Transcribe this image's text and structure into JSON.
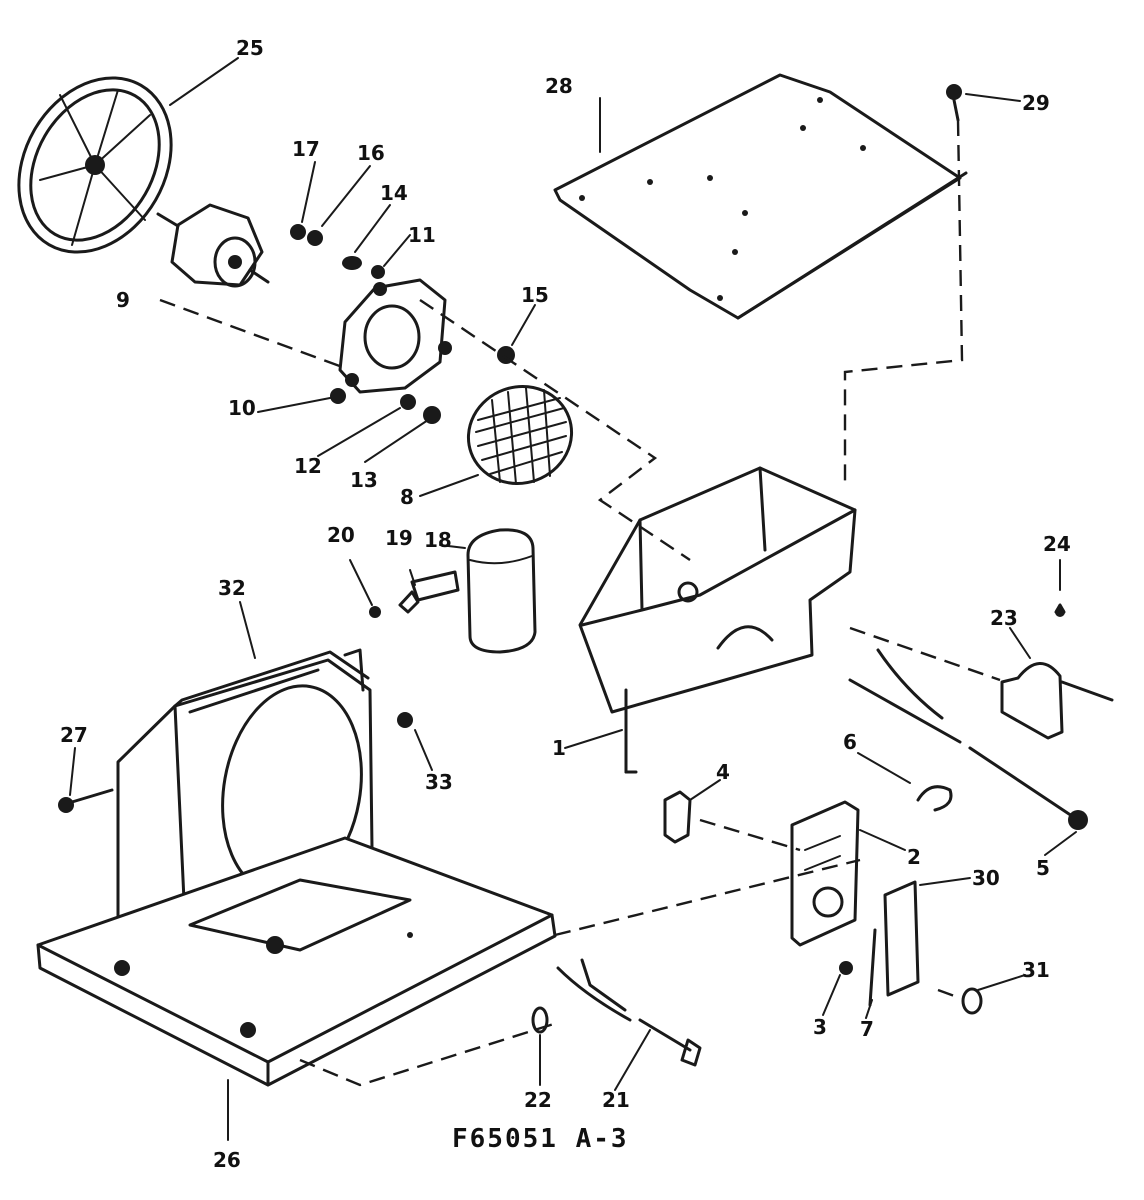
{
  "figure_code": "F65051 A-3",
  "callouts": {
    "c1": "1",
    "c2": "2",
    "c3": "3",
    "c4": "4",
    "c5": "5",
    "c6": "6",
    "c7": "7",
    "c8": "8",
    "c9": "9",
    "c10": "10",
    "c11": "11",
    "c12": "12",
    "c13": "13",
    "c14": "14",
    "c15": "15",
    "c16": "16",
    "c17": "17",
    "c18": "18",
    "c19": "19",
    "c20": "20",
    "c21": "21",
    "c22": "22",
    "c23": "23",
    "c24": "24",
    "c25": "25",
    "c26": "26",
    "c27": "27",
    "c28": "28",
    "c29": "29",
    "c30": "30",
    "c31": "31",
    "c32": "32",
    "c33": "33"
  },
  "colors": {
    "ink": "#1a1a1a",
    "paper": "#ffffff"
  }
}
